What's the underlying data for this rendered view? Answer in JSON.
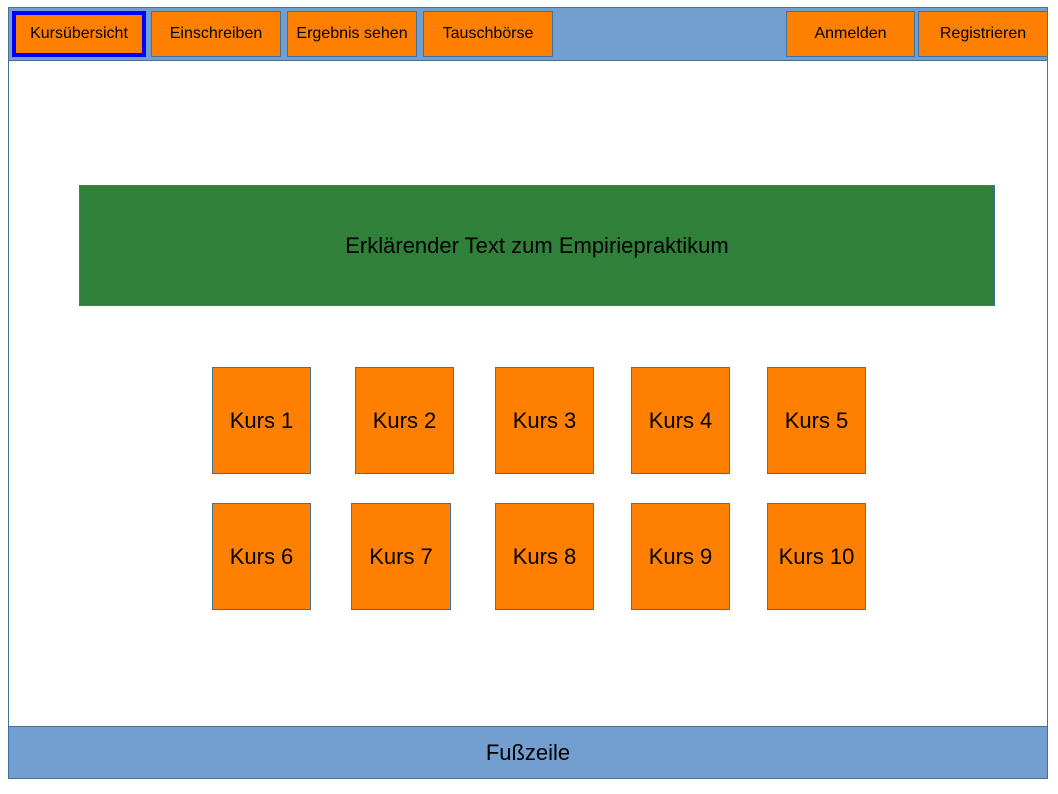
{
  "nav": {
    "left": [
      {
        "label": "Kursübersicht"
      },
      {
        "label": "Einschreiben"
      },
      {
        "label": "Ergebnis sehen"
      },
      {
        "label": "Tauschbörse"
      }
    ],
    "right": [
      {
        "label": "Anmelden"
      },
      {
        "label": "Registrieren"
      }
    ],
    "active": "Kursübersicht"
  },
  "intro": {
    "text": "Erklärender Text zum Empiriepraktikum"
  },
  "courses": [
    {
      "label": "Kurs 1"
    },
    {
      "label": "Kurs 2"
    },
    {
      "label": "Kurs 3"
    },
    {
      "label": "Kurs 4"
    },
    {
      "label": "Kurs 5"
    },
    {
      "label": "Kurs 6"
    },
    {
      "label": "Kurs 7"
    },
    {
      "label": "Kurs 8"
    },
    {
      "label": "Kurs 9"
    },
    {
      "label": "Kurs 10"
    }
  ],
  "footer": {
    "text": "Fußzeile"
  },
  "colors": {
    "nav_bar": "#729fcf",
    "button": "#ff8000",
    "intro": "#31803a",
    "active_outline": "#0000ff",
    "border": "#41719c"
  }
}
